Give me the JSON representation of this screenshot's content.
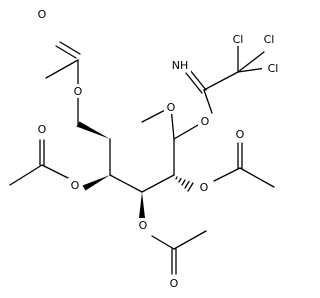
{
  "structure": {
    "atoms": {
      "ring_oxygen": "O",
      "anomeric_oxygen": "O",
      "imine": "NH",
      "chlorine_1": "Cl",
      "chlorine_2": "Cl",
      "chlorine_3": "Cl",
      "c6_ester_oxygen": "O",
      "c6_carbonyl_oxygen": "O",
      "c4_ester_oxygen": "O",
      "c4_carbonyl_oxygen": "O",
      "c3_ester_oxygen": "O",
      "c3_carbonyl_oxygen": "O",
      "c2_ester_oxygen": "O",
      "c2_carbonyl_oxygen": "O"
    },
    "colors": {
      "line": "#000000",
      "background": "#ffffff"
    }
  }
}
